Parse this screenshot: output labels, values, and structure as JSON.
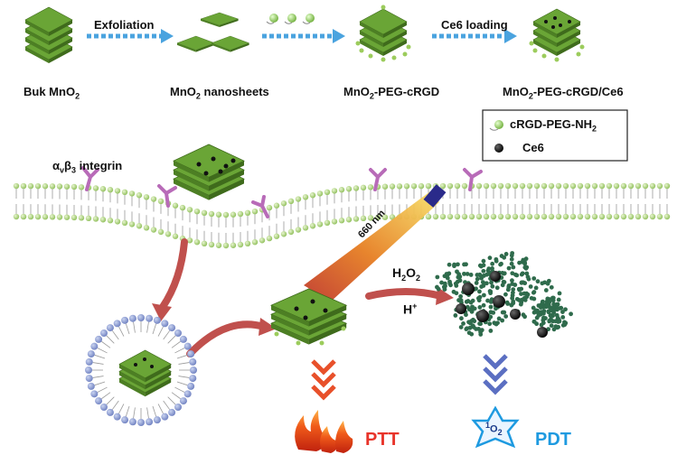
{
  "top_row": {
    "step1": "Exfoliation",
    "step3": "Ce6 loading",
    "stage1": {
      "pre": "Buk MnO",
      "sub": "2",
      "post": ""
    },
    "stage2": {
      "pre": "MnO",
      "sub": "2",
      "post": " nanosheets"
    },
    "stage3": {
      "pre": "MnO",
      "sub": "2",
      "post": "-PEG-cRGD"
    },
    "stage4": {
      "pre": "MnO",
      "sub": "2",
      "post": "-PEG-cRGD/Ce6"
    }
  },
  "legend": {
    "item1": {
      "pre": "cRGD-PEG-NH",
      "sub": "2"
    },
    "item2": "Ce6"
  },
  "membrane": {
    "integrin_alpha": "α",
    "integrin_v": "v",
    "integrin_beta": "β",
    "integrin_3": "3",
    "integrin_text": " integrin"
  },
  "laser": {
    "label": "660 nm"
  },
  "reagents": {
    "h2o2_pre": "H",
    "h2o2_sub1": "2",
    "h2o2_mid": "O",
    "h2o2_sub2": "2",
    "hplus": "H",
    "hplus_sup": "+"
  },
  "outputs": {
    "ptt": "PTT",
    "pdt": "PDT",
    "singlet_sup": "1",
    "singlet_o": "O",
    "singlet_sub": "2"
  },
  "colors": {
    "arrow_blue": "#4aa3df",
    "ptt_red": "#e8342a",
    "pdt_blue": "#1e9ae0",
    "sheet_green": "#8cc34a",
    "curve_arrow": "#c0504d"
  }
}
